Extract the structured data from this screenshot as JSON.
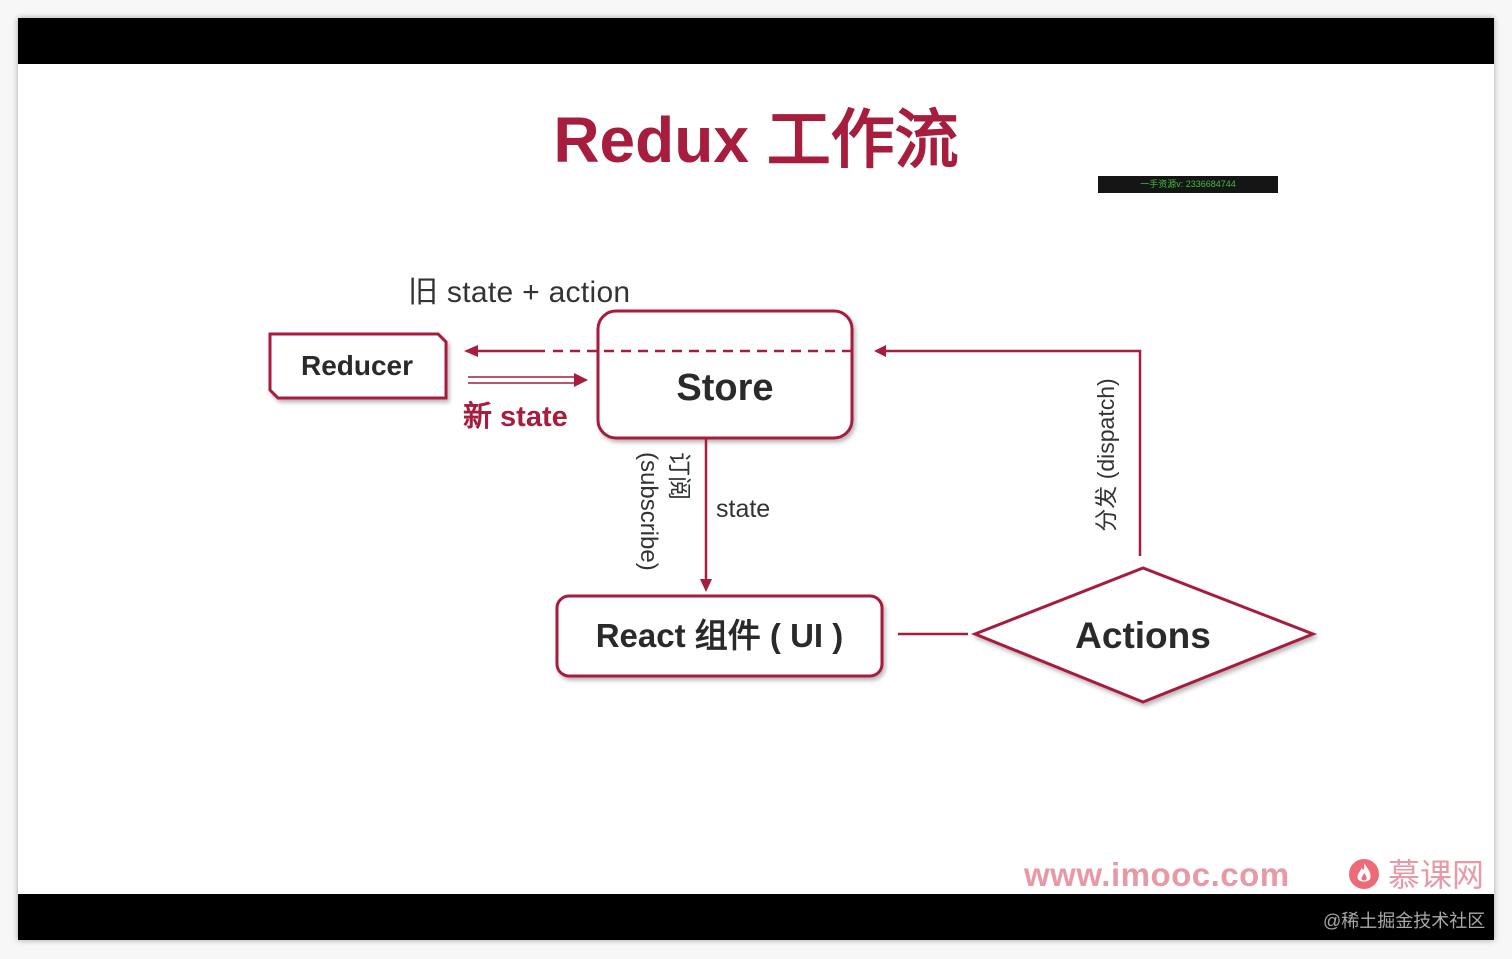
{
  "title": "Redux 工作流",
  "watermark_top": "一手资源v: 2336684744",
  "diagram": {
    "old_state_label": "旧 state + action",
    "reducer_label": "Reducer",
    "new_state_label": "新 state",
    "store_label": "Store",
    "subscribe_label": {
      "line1": "订阅",
      "line2": "(subscribe)"
    },
    "state_label": "state",
    "react_label": "React 组件 ( UI )",
    "actions_label": "Actions",
    "dispatch_label": "分发 (dispatch)"
  },
  "footer": {
    "site_url": "www.imooc.com",
    "brand_name": "慕课网",
    "brand_icon": "flame-icon"
  },
  "corner_watermark": "@稀土掘金技术社区",
  "colors": {
    "accent": "#a71d3e",
    "label_text": "#333333",
    "box_text": "#2a2a2a",
    "footer_pink": "#e79aa6",
    "logo": "#ec6b76",
    "bar": "#000000"
  }
}
